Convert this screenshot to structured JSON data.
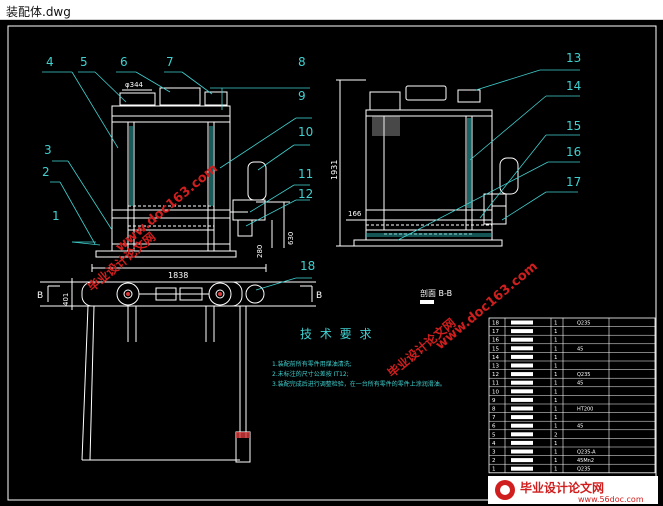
{
  "window": {
    "title": "装配体.dwg"
  },
  "drawing": {
    "balloons": [
      "1",
      "2",
      "3",
      "4",
      "5",
      "6",
      "7",
      "8",
      "9",
      "10",
      "11",
      "12",
      "13",
      "14",
      "15",
      "16",
      "17",
      "18"
    ],
    "dims": {
      "d344": "φ344",
      "d1838": "1838",
      "d401": "401",
      "d280": "280",
      "d630": "630",
      "d1931": "1931",
      "d166": "166"
    },
    "section_marks": {
      "left": "B",
      "right": "B"
    },
    "section_label": "剖面  B-B",
    "tech_title": "技 术 要 求",
    "tech_notes": [
      "1.装配前所有零件用煤油清洗;",
      "2.未标注的尺寸公差按 IT12;",
      "3.装配完成后进行调整检验，在一台所有零件的零件上涂润滑油。"
    ]
  },
  "bom": {
    "rows": [
      {
        "no": "18",
        "qty": "1",
        "spec": "Q235"
      },
      {
        "no": "17",
        "qty": "1",
        "spec": ""
      },
      {
        "no": "16",
        "qty": "1",
        "spec": ""
      },
      {
        "no": "15",
        "qty": "1",
        "spec": "45"
      },
      {
        "no": "14",
        "qty": "1",
        "spec": ""
      },
      {
        "no": "13",
        "qty": "1",
        "spec": ""
      },
      {
        "no": "12",
        "qty": "1",
        "spec": "Q235"
      },
      {
        "no": "11",
        "qty": "1",
        "spec": "45"
      },
      {
        "no": "10",
        "qty": "1",
        "spec": ""
      },
      {
        "no": "9",
        "qty": "1",
        "spec": ""
      },
      {
        "no": "8",
        "qty": "1",
        "spec": "HT200"
      },
      {
        "no": "7",
        "qty": "1",
        "spec": ""
      },
      {
        "no": "6",
        "qty": "1",
        "spec": "45"
      },
      {
        "no": "5",
        "qty": "2",
        "spec": ""
      },
      {
        "no": "4",
        "qty": "1",
        "spec": ""
      },
      {
        "no": "3",
        "qty": "1",
        "spec": "Q235-A"
      },
      {
        "no": "2",
        "qty": "1",
        "spec": "45Mn2"
      },
      {
        "no": "1",
        "qty": "1",
        "spec": "Q235"
      }
    ]
  },
  "watermarks": {
    "site": "www.doc163.com",
    "brand": "毕业设计论文网",
    "footer_brand": "毕业设计论文网",
    "footer_url": "www.56doc.com"
  },
  "colors": {
    "canvas": "#000000",
    "line": "#ffffff",
    "leader": "#40d0d0",
    "watermark": "#d01e1e",
    "footer_text": "#d01e1e"
  }
}
